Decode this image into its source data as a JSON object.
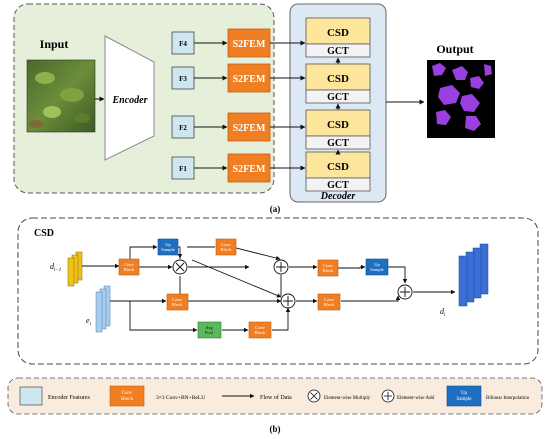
{
  "panel_a": {
    "input_label": "Input",
    "encoder_label": "Encoder",
    "features": [
      "F4",
      "F3",
      "F2",
      "F1"
    ],
    "s2fem_label": "S2FEM",
    "csd_label": "CSD",
    "gct_label": "GCT",
    "decoder_label": "Decoder",
    "output_label": "Output",
    "caption": "(a)"
  },
  "panel_b": {
    "title": "CSD",
    "d_prev": "d",
    "d_prev_sub": "i−1",
    "e_label": "e",
    "e_sub": "i",
    "d_out": "d",
    "d_out_sub": "i",
    "up_sample": [
      "Up",
      "Sample"
    ],
    "conv_block": [
      "Conv",
      "Block"
    ],
    "avg_pool": [
      "Avg",
      "Pool"
    ],
    "caption": "(b)"
  },
  "legend": {
    "encoder_features": "Encoder Features",
    "conv_block": [
      "Conv",
      "Block"
    ],
    "conv_desc": "3×3 Conv+BN+ReLU",
    "flow": "Flow of Data",
    "multiply": "Element-wise Multiply",
    "add": "Element-wise Add",
    "up_sample": [
      "Up",
      "Sample"
    ],
    "bilinear": "Bilinear Interpolation"
  },
  "colors": {
    "orange": "#f07f24",
    "green_panel": "#e6efd9",
    "decoder_panel": "#dde8f5",
    "csd_fill": "#fde59c",
    "feature_fill": "#cde6ef",
    "upsample_blue": "#1f6fc0",
    "avgpool_green": "#5cb85c",
    "output_purple": "#9a3fe0",
    "stack_yellow": "#f0c11a",
    "stack_lightblue": "#a9cdee",
    "stack_blue": "#3a6fd8"
  }
}
